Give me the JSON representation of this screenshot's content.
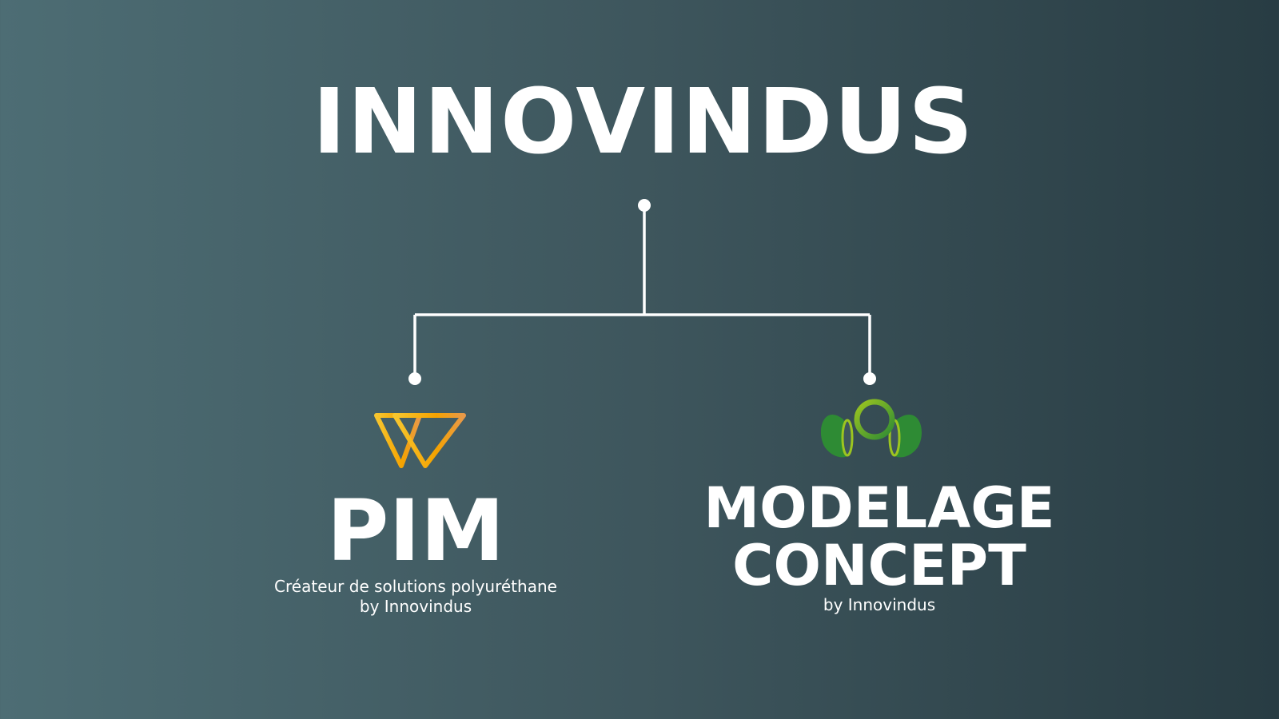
{
  "title": "INNOVINDUS",
  "children": [
    {
      "name": "PIM",
      "tagline": "Créateur de solutions polyuréthane",
      "byline": "by Innovindus",
      "logo_icon": "pim-w-logo",
      "colors": [
        "#f7c62f",
        "#f5a300",
        "#e8994a"
      ]
    },
    {
      "name_line1": "MODELAGE",
      "name_line2": "CONCEPT",
      "byline": "by Innovindus",
      "logo_icon": "modelage-concept-logo",
      "colors": [
        "#2e8b34",
        "#9cc520"
      ]
    }
  ]
}
